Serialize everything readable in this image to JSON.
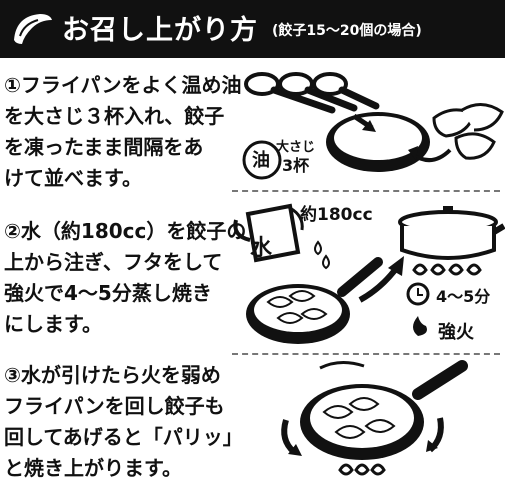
{
  "header": {
    "title": "お召し上がり方",
    "subtitle": "(餃子15〜20個の場合)"
  },
  "steps": [
    {
      "lines": [
        "①フライパンをよく温め油",
        "を大さじ３杯入れ、餃子",
        "を凍ったまま間隔をあ",
        "けて並べます。"
      ],
      "oil_label": "油",
      "oil_amount_top": "大さじ",
      "oil_amount_bottom": "3杯"
    },
    {
      "lines": [
        "②水（約180cc）を餃子の",
        "上から注ぎ、フタをして",
        "強火で4〜5分蒸し焼き",
        "にします。"
      ],
      "water_label": "水",
      "water_amount": "約180cc",
      "time_label": "4〜5分",
      "heat_label": "強火"
    },
    {
      "lines": [
        "③水が引けたら火を弱め",
        "フライパンを回し餃子も",
        "回してあげると「パリッ」",
        "と焼き上がります。"
      ]
    }
  ],
  "icons": [
    "gyoza-logo-icon",
    "spoon-icon",
    "frying-pan-icon",
    "gyoza-icon",
    "water-jug-icon",
    "pot-icon",
    "flame-icon",
    "clock-icon",
    "rotate-arrow-icon"
  ]
}
